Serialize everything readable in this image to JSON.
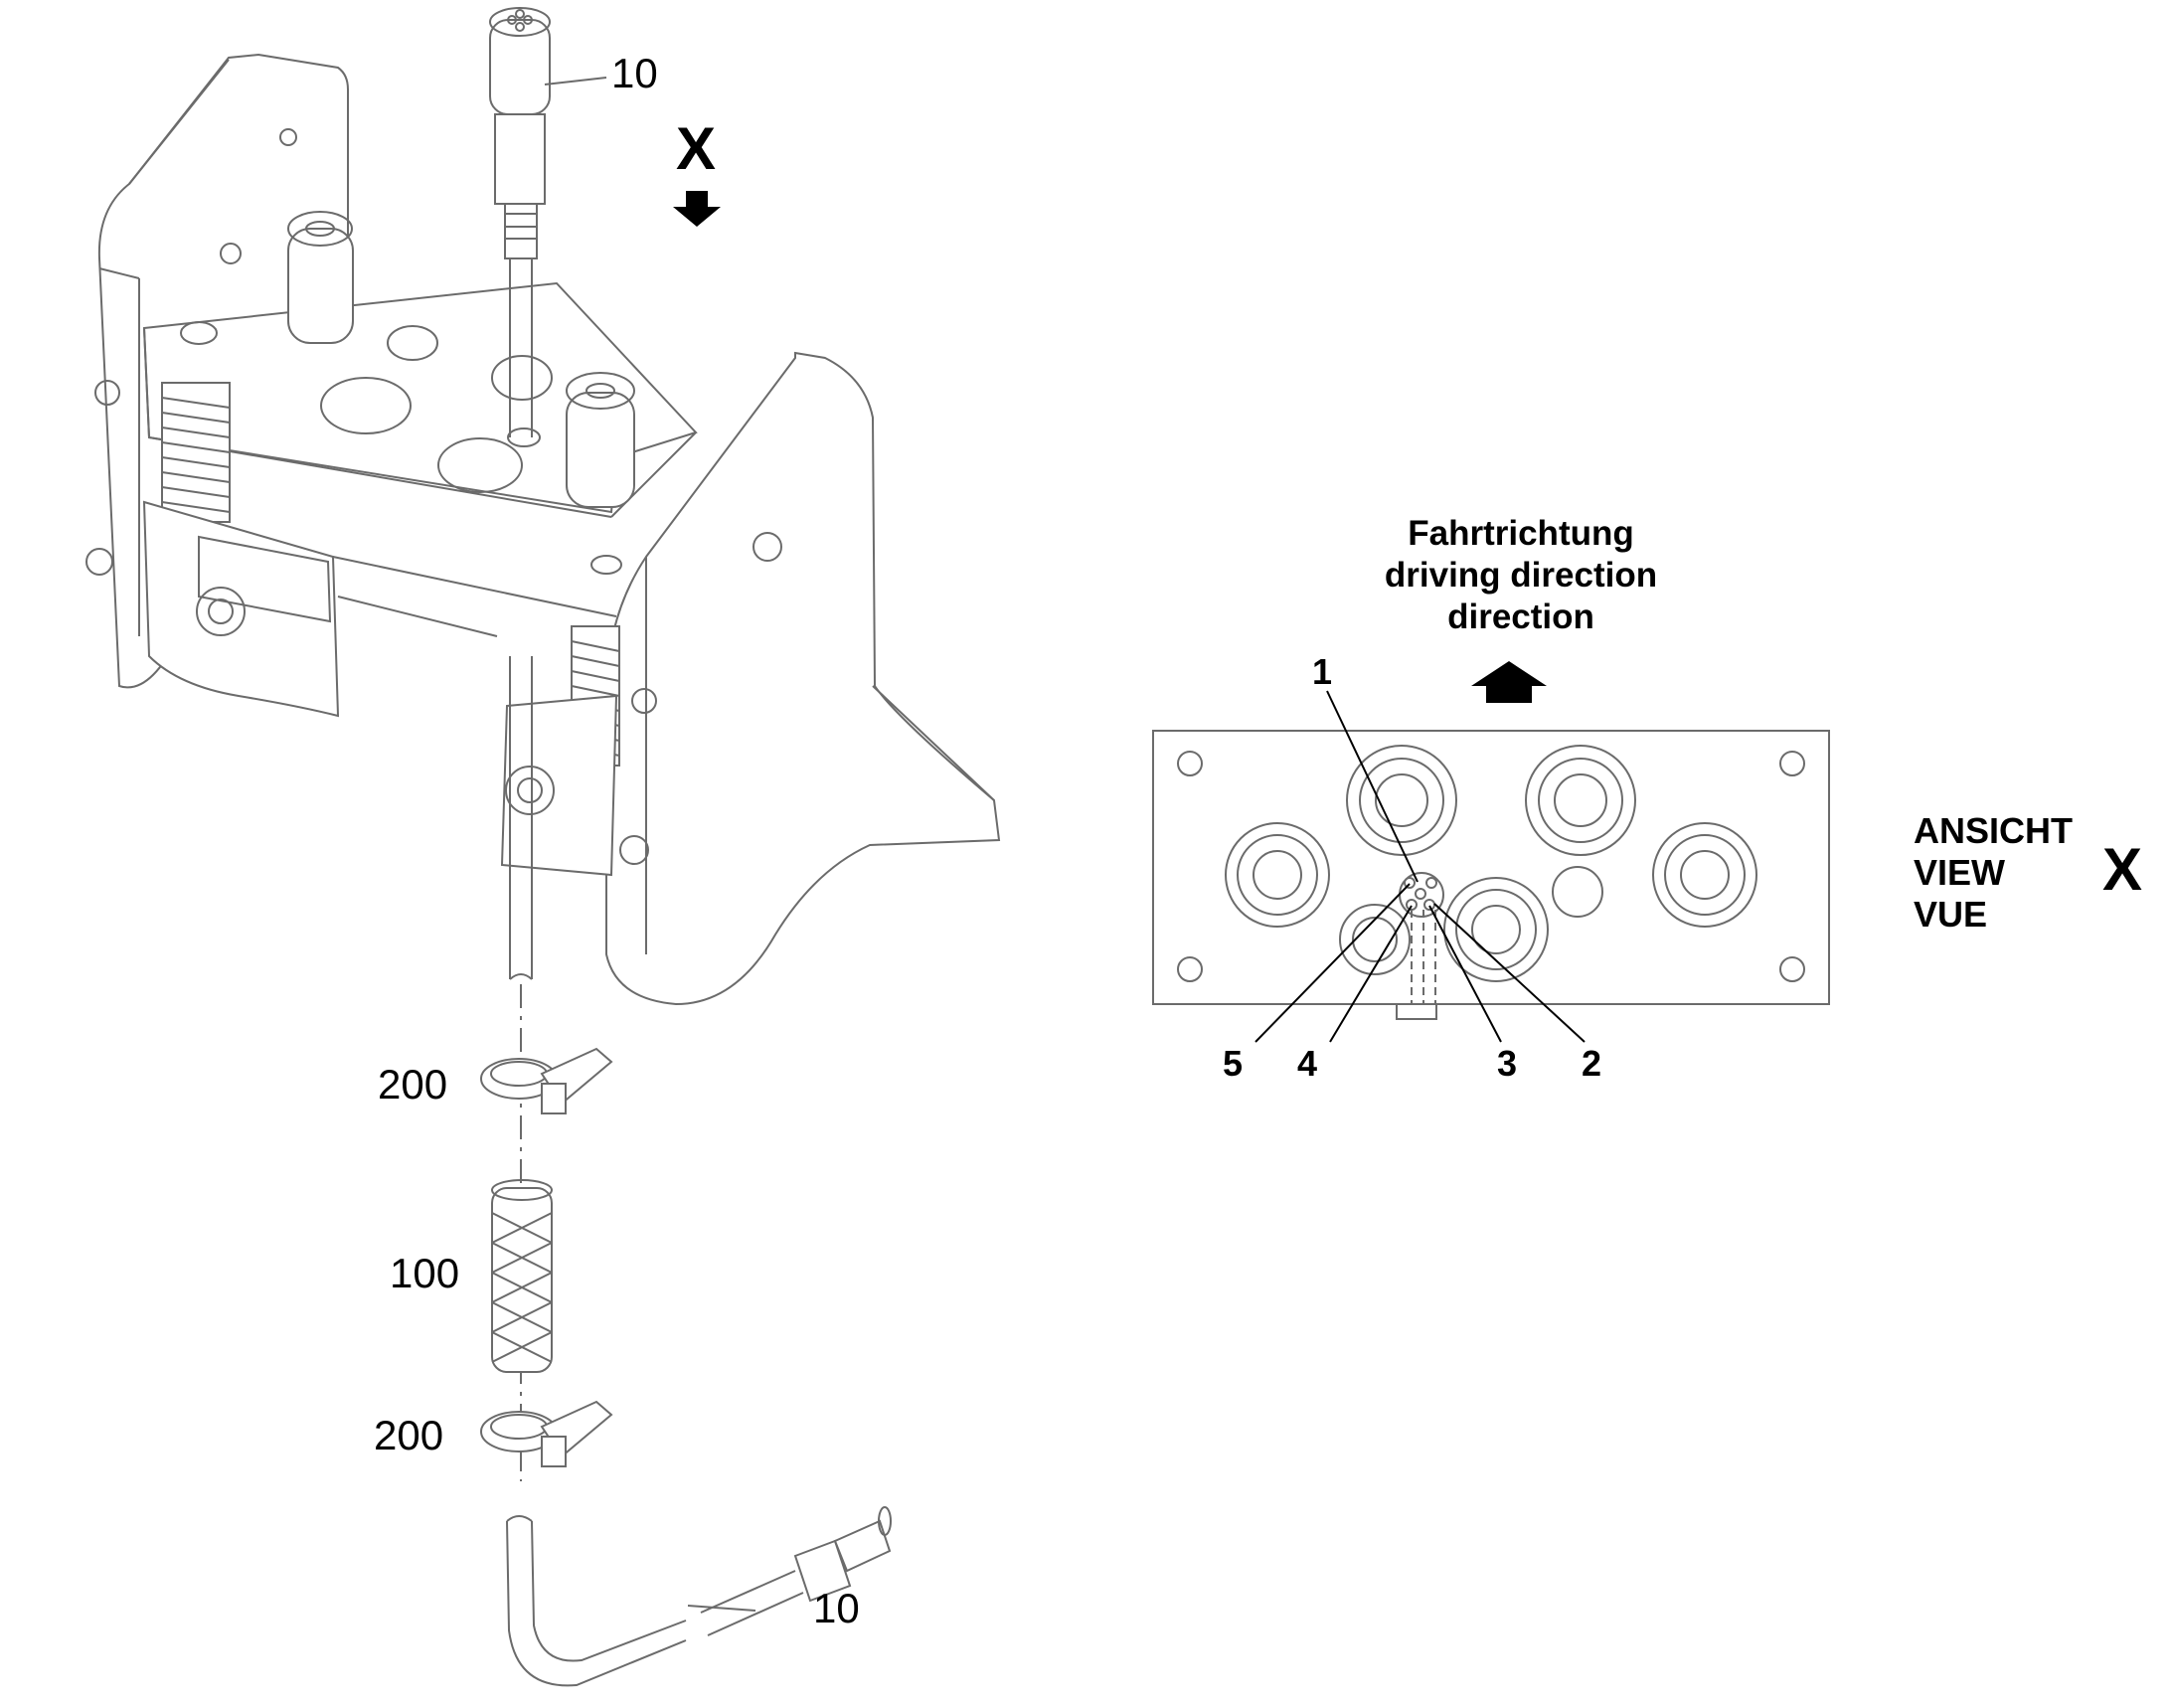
{
  "callouts": {
    "connector_top": "10",
    "clamp_upper": "200",
    "sleeve": "100",
    "clamp_lower": "200",
    "connector_bottom": "10"
  },
  "view_marker": {
    "letter": "X"
  },
  "direction": {
    "line1": "Fahrtrichtung",
    "line2": "driving direction",
    "line3": "direction"
  },
  "pins": {
    "p1": "1",
    "p2": "2",
    "p3": "3",
    "p4": "4",
    "p5": "5"
  },
  "view_label": {
    "line1": "ANSICHT",
    "line2": "VIEW",
    "line3": "VUE",
    "letter": "X"
  },
  "colors": {
    "line": "#6b6b6b",
    "text": "#000000",
    "background": "#ffffff"
  }
}
